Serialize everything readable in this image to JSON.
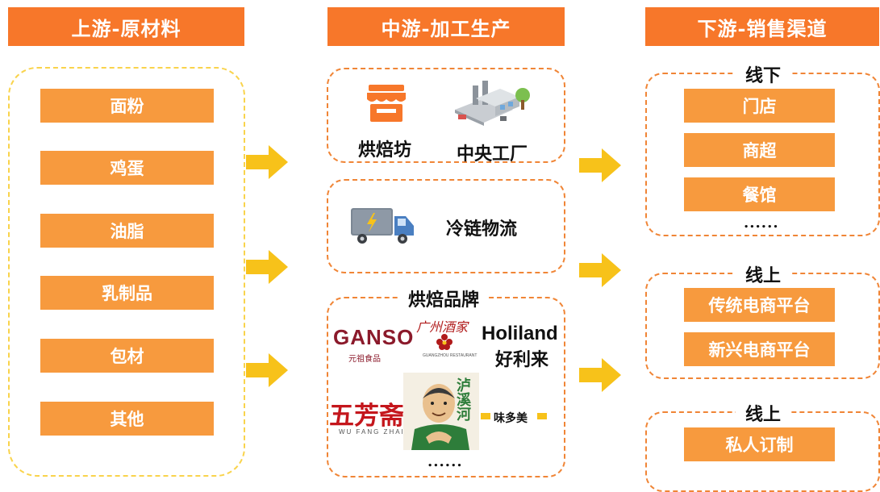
{
  "headers": {
    "upstream": "上游-原材料",
    "midstream": "中游-加工生产",
    "downstream": "下游-销售渠道"
  },
  "upstream_items": [
    "面粉",
    "鸡蛋",
    "油脂",
    "乳制品",
    "包材",
    "其他"
  ],
  "midstream": {
    "bakery": "烘焙坊",
    "factory": "中央工厂",
    "logistics": "冷链物流",
    "brands_title": "烘焙品牌",
    "brands": {
      "ganso": "GANSO",
      "ganso_cn": "元祖食品",
      "guangzhou": "广州酒家",
      "guangzhou_en": "GUANGZHOU RESTAURANT",
      "holiland": "Holiland",
      "holiland_cn": "好利来",
      "wufangzhai": "五芳斋",
      "wufangzhai_en": "WU FANG ZHAI",
      "luxihe": "泸溪河",
      "weiduomei": "味多美"
    },
    "brands_more": "......"
  },
  "downstream": {
    "offline_title": "线下",
    "offline_items": [
      "门店",
      "商超",
      "餐馆"
    ],
    "offline_more": "......",
    "online_title": "线上",
    "online_items": [
      "传统电商平台",
      "新兴电商平台"
    ],
    "online2_title": "线上",
    "online2_items": [
      "私人订制"
    ]
  },
  "colors": {
    "header": "#f7772a",
    "box": "#f79a3e",
    "arrow": "#f7c21a",
    "yellow_dash": "#f9d34b",
    "orange_dash": "#f08536"
  }
}
